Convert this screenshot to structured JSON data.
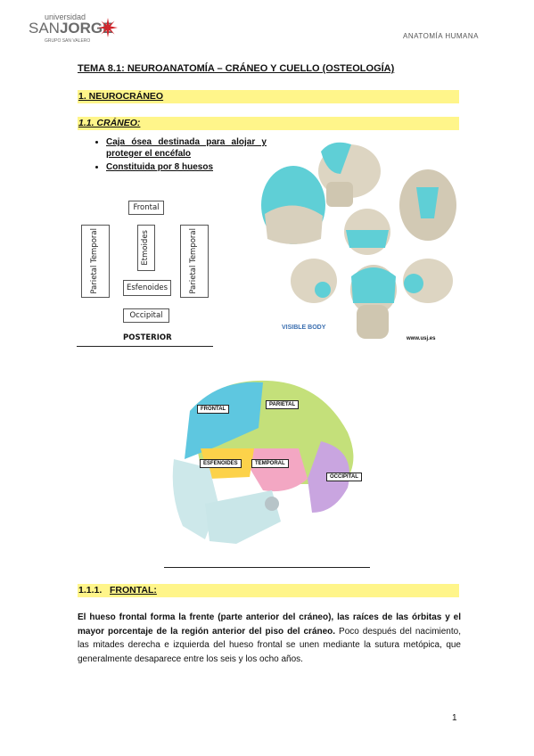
{
  "header": {
    "logo_small": "universidad",
    "logo_big_1": "SAN",
    "logo_big_2": "JORGE",
    "logo_group": "GRUPO SAN VALERO",
    "course": "ANATOMÍA HUMANA"
  },
  "title": "TEMA 8.1: NEUROANATOMÍA – CRÁNEO Y CUELLO (OSTEOLOGÍA)",
  "section1": "1. NEUROCRÁNEO",
  "section11": "1.1. CRÁNEO:",
  "bullets": [
    "Caja ósea destinada para alojar y proteger el encéfalo",
    "Constituida por 8 huesos"
  ],
  "diagram": {
    "frontal": "Frontal",
    "parietal_temporal": "Parietal Temporal",
    "etmoides": "Etmoides",
    "esfenoides": "Esfenoides",
    "occipital": "Occipital",
    "posterior": "POSTERIOR"
  },
  "visible_body": "VISIBLE BODY",
  "watermark": "www.usj.es",
  "skull_labels": {
    "frontal": "FRONTAL",
    "parietal": "PARIETAL",
    "esfenoides": "ESFENOIDES",
    "temporal": "TEMPORAL",
    "occipital": "OCCIPITAL"
  },
  "section111_num": "1.1.1.",
  "section111_label": "FRONTAL:",
  "paragraph": {
    "bold": "El hueso frontal forma la frente (parte anterior del cráneo), las raíces de las órbitas y el mayor porcentaje de la región anterior del piso del cráneo.",
    "normal": " Poco después del nacimiento, las mitades derecha e izquierda del hueso frontal se unen mediante la sutura metópica, que generalmente desaparece entre los seis y los ocho años."
  },
  "page_number": "1",
  "colors": {
    "highlight": "#fff58a",
    "brand_red": "#d2232a",
    "cyan": "#5fcfd6"
  }
}
